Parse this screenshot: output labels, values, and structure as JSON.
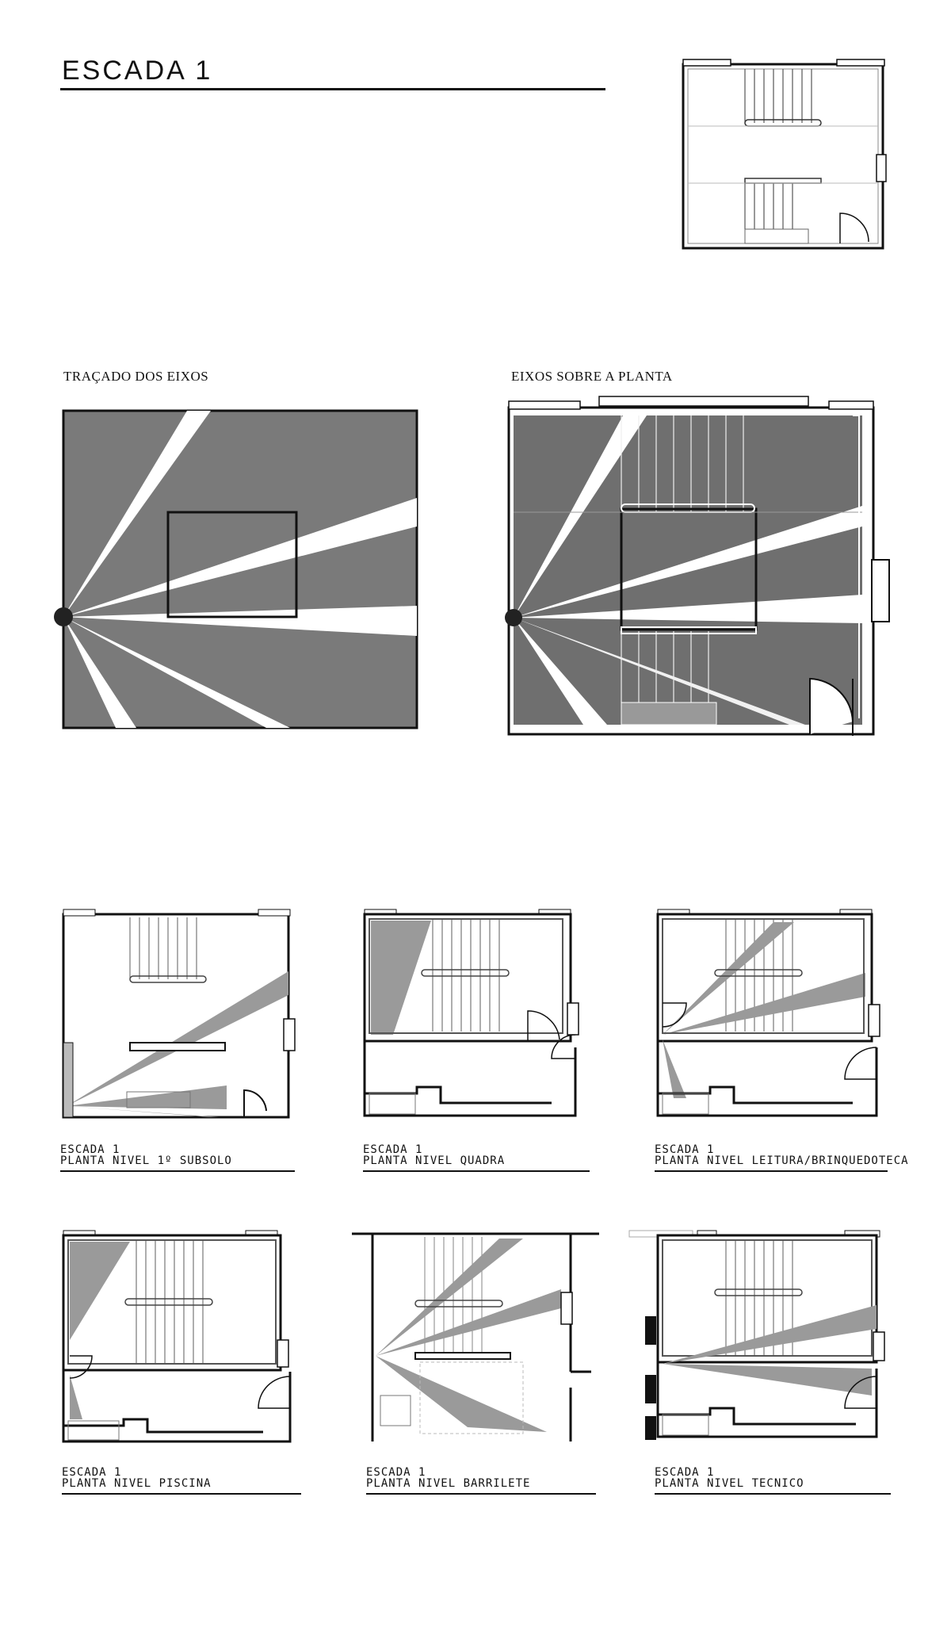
{
  "page": {
    "title": "ESCADA  1"
  },
  "sections": {
    "axes_label": "TRAÇADO DOS EIXOS",
    "overlay_label": "EIXOS SOBRE A PLANTA"
  },
  "plans": [
    {
      "line1": "ESCADA  1",
      "line2": "PLANTA  NIVEL  1º  SUBSOLO"
    },
    {
      "line1": "ESCADA  1",
      "line2": "PLANTA  NIVEL  QUADRA"
    },
    {
      "line1": "ESCADA  1",
      "line2": "PLANTA  NIVEL  LEITURA/BRINQUEDOTECA"
    },
    {
      "line1": "ESCADA  1",
      "line2": "PLANTA  NIVEL  PISCINA"
    },
    {
      "line1": "ESCADA  1",
      "line2": "PLANTA  NIVEL  BARRILETE"
    },
    {
      "line1": "ESCADA  1",
      "line2": "PLANTA  NIVEL  TECNICO"
    }
  ],
  "colors": {
    "fan_dark": "#6f6f6f",
    "fan_light": "#9a9a9a",
    "ink": "#111111"
  }
}
